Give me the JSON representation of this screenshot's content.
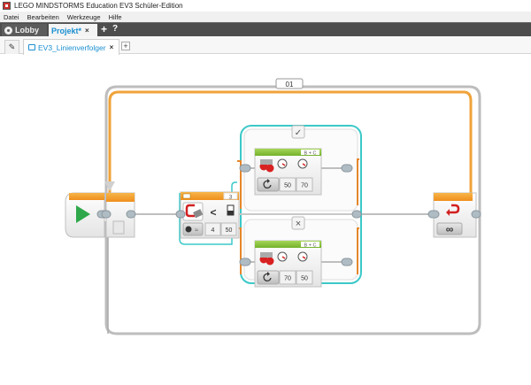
{
  "window": {
    "title": "LEGO MINDSTORMS Education EV3 Schüler-Edition"
  },
  "menu": {
    "items": [
      "Datei",
      "Bearbeiten",
      "Werkzeuge",
      "Hilfe"
    ]
  },
  "tabs": {
    "lobby_label": "Lobby",
    "project_label": "Projekt*",
    "close_glyph": "×",
    "add_glyph": "+",
    "help_glyph": "?"
  },
  "subtabs": {
    "program_label": "EV3_Linienverfolger",
    "close_glyph": "×",
    "add_glyph": "+"
  },
  "program": {
    "loop": {
      "name_label": "01",
      "mode": "unlimited",
      "mode_glyph": "∞"
    },
    "switch": {
      "true_case_glyph": "✓",
      "false_case_glyph": "×",
      "sensor": "color sensor",
      "sensor_port": "3",
      "mode": "compare reflected light intensity",
      "compare_glyph": "<",
      "compare_type": "4",
      "threshold": "50"
    },
    "true_case_block": {
      "type": "Move Tank",
      "ports": "B + C",
      "mode": "on",
      "power_left": "50",
      "power_right": "70"
    },
    "false_case_block": {
      "type": "Move Tank",
      "ports": "B + C",
      "mode": "on",
      "power_left": "70",
      "power_right": "50"
    },
    "colors": {
      "loop_orange": "#f0a33a",
      "switch_teal": "#3cc8c8",
      "motor_green": "#8cc63f",
      "start_green": "#2ea84a",
      "sensor_yellow": "#f5b942"
    }
  }
}
